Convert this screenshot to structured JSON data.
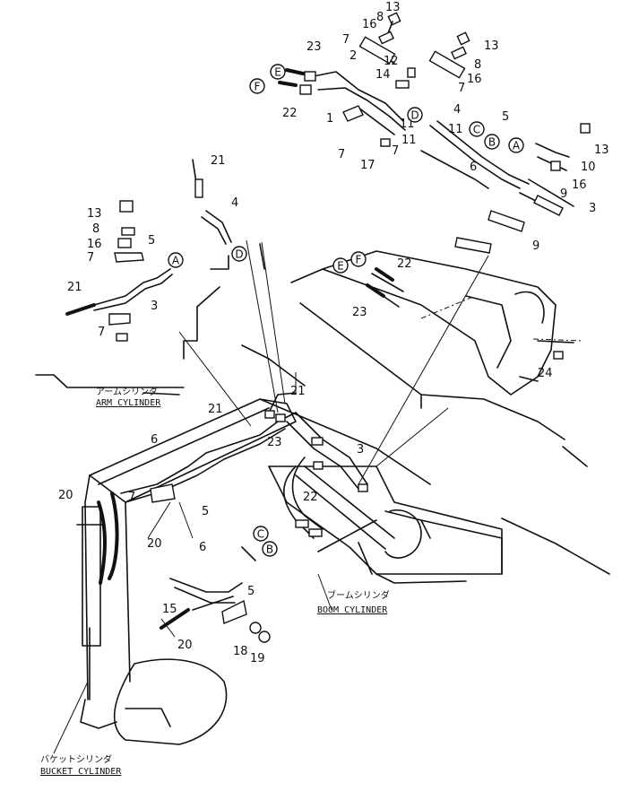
{
  "diagram": {
    "callouts": [
      {
        "id": "c1",
        "text": "13"
      },
      {
        "id": "c2",
        "text": "16"
      },
      {
        "id": "c3",
        "text": "8"
      },
      {
        "id": "c4",
        "text": "7"
      },
      {
        "id": "c5",
        "text": "23"
      },
      {
        "id": "c6",
        "text": "2"
      },
      {
        "id": "c7",
        "text": "12"
      },
      {
        "id": "c8",
        "text": "14"
      },
      {
        "id": "c9",
        "text": "22"
      },
      {
        "id": "c10",
        "text": "1"
      },
      {
        "id": "c11",
        "text": "11"
      },
      {
        "id": "c12",
        "text": "11"
      },
      {
        "id": "c13",
        "text": "7"
      },
      {
        "id": "c14",
        "text": "17"
      },
      {
        "id": "c15",
        "text": "7"
      },
      {
        "id": "c16",
        "text": "13"
      },
      {
        "id": "c17",
        "text": "8"
      },
      {
        "id": "c18",
        "text": "16"
      },
      {
        "id": "c19",
        "text": "7"
      },
      {
        "id": "c20",
        "text": "4"
      },
      {
        "id": "c21",
        "text": "5"
      },
      {
        "id": "c22",
        "text": "11"
      },
      {
        "id": "c23",
        "text": "6"
      },
      {
        "id": "c24",
        "text": "13"
      },
      {
        "id": "c25",
        "text": "10"
      },
      {
        "id": "c26",
        "text": "16"
      },
      {
        "id": "c27",
        "text": "9"
      },
      {
        "id": "c28",
        "text": "3"
      },
      {
        "id": "c29",
        "text": "9"
      },
      {
        "id": "c30",
        "text": "21"
      },
      {
        "id": "c31",
        "text": "4"
      },
      {
        "id": "c32",
        "text": "13"
      },
      {
        "id": "c33",
        "text": "8"
      },
      {
        "id": "c34",
        "text": "16"
      },
      {
        "id": "c35",
        "text": "7"
      },
      {
        "id": "c36",
        "text": "5"
      },
      {
        "id": "c37",
        "text": "21"
      },
      {
        "id": "c38",
        "text": "3"
      },
      {
        "id": "c39",
        "text": "7"
      },
      {
        "id": "c40",
        "text": "22"
      },
      {
        "id": "c41",
        "text": "23"
      },
      {
        "id": "c42",
        "text": "24"
      },
      {
        "id": "c43",
        "text": "21"
      },
      {
        "id": "c44",
        "text": "21"
      },
      {
        "id": "c45",
        "text": "23"
      },
      {
        "id": "c46",
        "text": "3"
      },
      {
        "id": "c47",
        "text": "6"
      },
      {
        "id": "c48",
        "text": "20"
      },
      {
        "id": "c49",
        "text": "7"
      },
      {
        "id": "c50",
        "text": "5"
      },
      {
        "id": "c51",
        "text": "22"
      },
      {
        "id": "c52",
        "text": "20"
      },
      {
        "id": "c53",
        "text": "6"
      },
      {
        "id": "c54",
        "text": "5"
      },
      {
        "id": "c55",
        "text": "15"
      },
      {
        "id": "c56",
        "text": "20"
      },
      {
        "id": "c57",
        "text": "18"
      },
      {
        "id": "c58",
        "text": "19"
      }
    ],
    "markers": [
      {
        "id": "m1",
        "letter": "E"
      },
      {
        "id": "m2",
        "letter": "F"
      },
      {
        "id": "m3",
        "letter": "D"
      },
      {
        "id": "m4",
        "letter": "C"
      },
      {
        "id": "m5",
        "letter": "B"
      },
      {
        "id": "m6",
        "letter": "A"
      },
      {
        "id": "m7",
        "letter": "D"
      },
      {
        "id": "m8",
        "letter": "A"
      },
      {
        "id": "m9",
        "letter": "E"
      },
      {
        "id": "m10",
        "letter": "F"
      },
      {
        "id": "m11",
        "letter": "C"
      },
      {
        "id": "m12",
        "letter": "B"
      }
    ],
    "captions": {
      "arm_jp": "アームシリンダ",
      "arm_en": "ARM CYLINDER",
      "boom_jp": "ブームシリンダ",
      "boom_en": "BOOM CYLINDER",
      "bucket_jp": "バケットシリンダ",
      "bucket_en": "BUCKET CYLINDER"
    }
  }
}
